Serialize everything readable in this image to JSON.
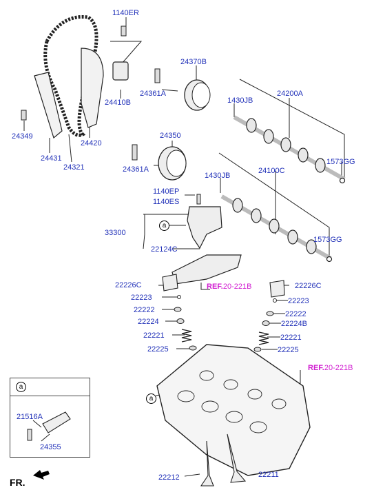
{
  "labels": {
    "p1140ER": "1140ER",
    "p24410B": "24410B",
    "p24349": "24349",
    "p24431": "24431",
    "p24321": "24321",
    "p24420": "24420",
    "p24370B": "24370B",
    "p24361A_1": "24361A",
    "p1430JB_1": "1430JB",
    "p24200A": "24200A",
    "p1573GG_1": "1573GG",
    "p24350": "24350",
    "p24361A_2": "24361A",
    "p1430JB_2": "1430JB",
    "p24100C": "24100C",
    "p1140EP": "1140EP",
    "p1140ES": "1140ES",
    "p33300": "33300",
    "p22124C": "22124C",
    "p1573GG_2": "1573GG",
    "p22226C_1": "22226C",
    "p22226C_2": "22226C",
    "p22223_1": "22223",
    "p22223_2": "22223",
    "p22222_1": "22222",
    "p22222_2": "22222",
    "p22224": "22224",
    "p22224B": "22224B",
    "p22221_1": "22221",
    "p22221_2": "22221",
    "p22225_1": "22225",
    "p22225_2": "22225",
    "p22212": "22212",
    "p22211": "22211",
    "p21516A": "21516A",
    "p24355": "24355"
  },
  "references": {
    "ref1_prefix": "REF.",
    "ref1_code": "20-221B",
    "ref2_prefix": "REF.",
    "ref2_code": "20-221B"
  },
  "markers": {
    "callout_a": "a",
    "inset_title": "a"
  },
  "direction_label": "FR.",
  "colors": {
    "part_label": "#1f2fb8",
    "reference_label": "#d11fd1",
    "line_art": "#222222"
  }
}
